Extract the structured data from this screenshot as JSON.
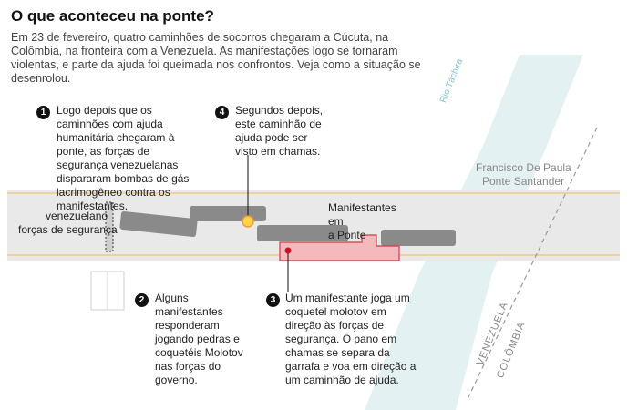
{
  "header": {
    "title": "O que aconteceu na ponte?",
    "intro": "Em 23 de fevereiro, quatro caminhões de socorros chegaram a Cúcuta, na Colômbia, na fronteira com a Venezuela. As manifestações logo se tornaram violentas, e parte da ajuda foi queimada nos confrontos. Veja como a situação se desenrolou."
  },
  "map_labels": {
    "river": "Rio Táchira",
    "bridge_name_line1": "Francisco De Paula",
    "bridge_name_line2": "Ponte Santander",
    "forces_line1": "venezuelano",
    "forces_line2": "forças de segurança",
    "protesters_line1": "Manifestantes",
    "protesters_line2": "em",
    "protesters_line3": "a Ponte",
    "country_left": "VENEZUELA",
    "country_right": "COLÔMBIA"
  },
  "annotations": [
    {
      "number": "1",
      "text": "Logo depois que os caminhões com ajuda humanitária chegaram à ponte, as forças de segurança venezuelanas dispararam bombas de gás lacrimogêneo contra os manifestantes."
    },
    {
      "number": "2",
      "text": "Alguns manifestantes responderam jogando pedras e coquetéis Molotov nas forças do governo."
    },
    {
      "number": "3",
      "text": "Um manifestante joga um coquetel molotov em direção às forças de segurança. O pano em chamas se separa da garrafa e voa em direção a um caminhão de ajuda."
    },
    {
      "number": "4",
      "text": "Segundos depois, este caminhão de ajuda pode ser visto em chamas."
    }
  ],
  "colors": {
    "river": "#e4f1f3",
    "bridge": "#e6e6e6",
    "bridge_edge": "#f0c98a",
    "truck": "#8a8a8a",
    "protest_area": "#e07f86",
    "marker": "#cc1122"
  }
}
